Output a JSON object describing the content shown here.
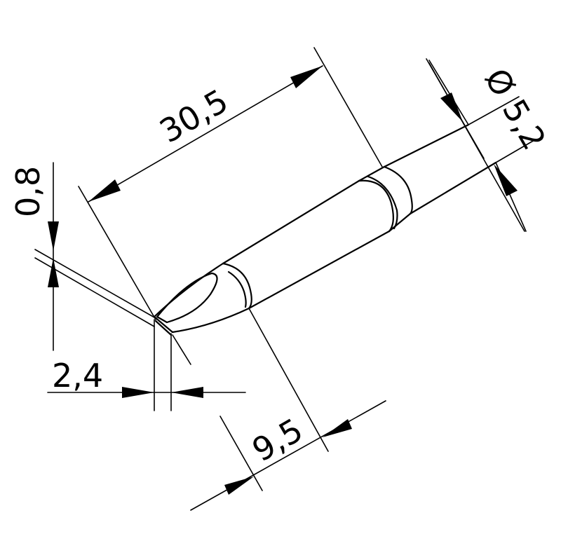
{
  "dimensions": {
    "total_length": "30,5",
    "diameter": "Ø 5,2",
    "tip_width": "2,4",
    "tip_thickness": "0,8",
    "taper_length": "9,5"
  }
}
